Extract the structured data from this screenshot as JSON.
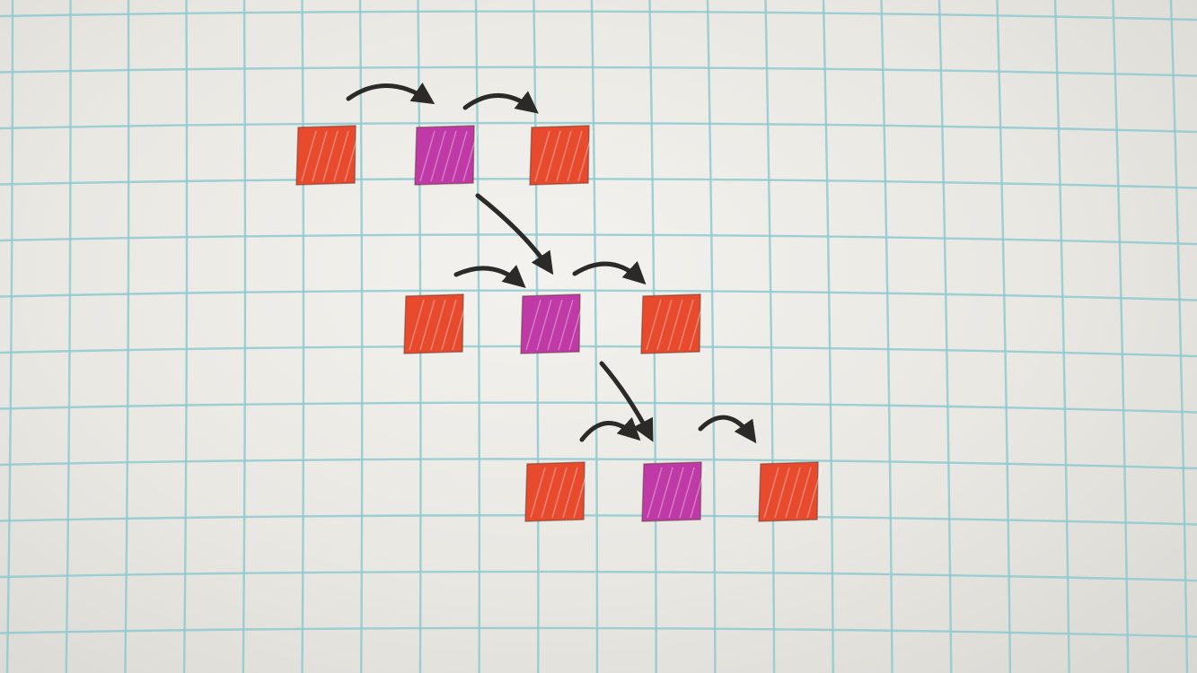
{
  "paper": {
    "type": "graph-paper",
    "background_color": "#eeece8",
    "grid_line_color": "#8ec9cf"
  },
  "colors": {
    "red": "#e84a2e",
    "magenta": "#bf3aa6",
    "arrow": "#2b2a28",
    "hatch": "#ffffff"
  },
  "rows": [
    {
      "cells": [
        {
          "color": "red",
          "state": "filled"
        },
        {
          "color": "empty",
          "state": "empty"
        },
        {
          "color": "magenta",
          "state": "filled"
        },
        {
          "color": "empty",
          "state": "empty"
        },
        {
          "color": "red",
          "state": "filled"
        }
      ]
    },
    {
      "cells": [
        {
          "color": "red",
          "state": "filled"
        },
        {
          "color": "empty",
          "state": "empty"
        },
        {
          "color": "magenta",
          "state": "filled"
        },
        {
          "color": "empty",
          "state": "empty"
        },
        {
          "color": "red",
          "state": "filled"
        }
      ]
    },
    {
      "cells": [
        {
          "color": "red",
          "state": "filled"
        },
        {
          "color": "empty",
          "state": "empty"
        },
        {
          "color": "magenta",
          "state": "filled"
        },
        {
          "color": "empty",
          "state": "empty"
        },
        {
          "color": "red",
          "state": "filled"
        }
      ]
    }
  ],
  "arrows": [
    {
      "row": 1,
      "kind": "curved-right",
      "count": 2
    },
    {
      "row": 1,
      "kind": "diagonal-down-right",
      "count": 1
    },
    {
      "row": 2,
      "kind": "curved-right",
      "count": 2
    },
    {
      "row": 2,
      "kind": "diagonal-down-right",
      "count": 1
    },
    {
      "row": 3,
      "kind": "curved-right",
      "count": 2
    }
  ]
}
